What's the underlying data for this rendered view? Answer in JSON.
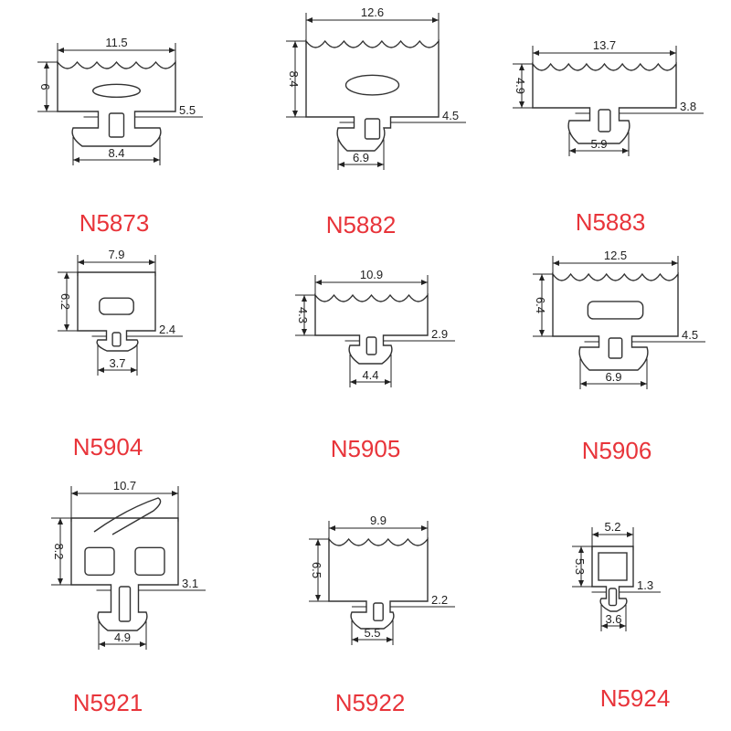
{
  "profiles": [
    {
      "model": "N5873",
      "width": "11.5",
      "height": "6",
      "side": "5.5",
      "base": "8.4",
      "waves": true,
      "hole": "ellipse"
    },
    {
      "model": "N5882",
      "width": "12.6",
      "height": "8.4",
      "side": "4.5",
      "base": "6.9",
      "waves": true,
      "hole": "ellipse"
    },
    {
      "model": "N5883",
      "width": "13.7",
      "height": "4.9",
      "side": "3.8",
      "base": "5.9",
      "waves": true,
      "hole": "none"
    },
    {
      "model": "N5904",
      "width": "7.9",
      "height": "6.2",
      "side": "2.4",
      "base": "3.7",
      "waves": false,
      "hole": "rect"
    },
    {
      "model": "N5905",
      "width": "10.9",
      "height": "4.3",
      "side": "2.9",
      "base": "4.4",
      "waves": true,
      "hole": "none"
    },
    {
      "model": "N5906",
      "width": "12.5",
      "height": "6.4",
      "side": "4.5",
      "base": "6.9",
      "waves": true,
      "hole": "rect"
    },
    {
      "model": "N5921",
      "width": "10.7",
      "height": "8.2",
      "side": "3.1",
      "base": "4.9",
      "waves": false,
      "hole": "double"
    },
    {
      "model": "N5922",
      "width": "9.9",
      "height": "6.5",
      "side": "2.2",
      "base": "5.5",
      "waves": true,
      "hole": "none"
    },
    {
      "model": "N5924",
      "width": "5.2",
      "height": "5.3",
      "side": "1.3",
      "base": "3.6",
      "waves": false,
      "hole": "square"
    }
  ]
}
